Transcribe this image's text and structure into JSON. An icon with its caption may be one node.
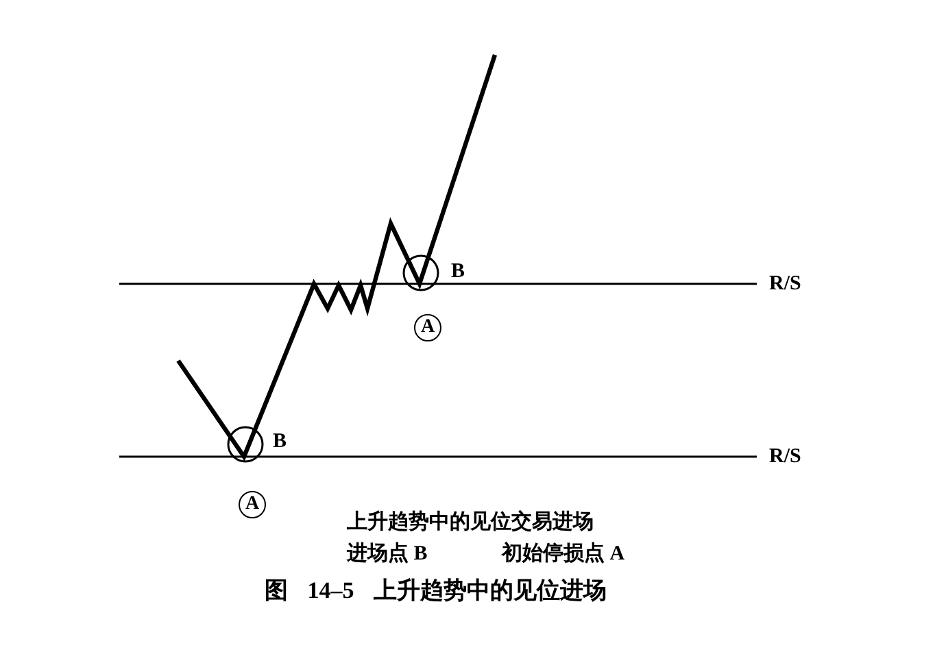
{
  "diagram": {
    "caption": "图 14–5 上升趋势中的见位进场",
    "labels": [
      "B",
      "R/S",
      "A",
      "B",
      "R/S",
      "A",
      "上升趋势中的见位交易进场",
      "进场点 B",
      "初始停损点 A"
    ]
  }
}
